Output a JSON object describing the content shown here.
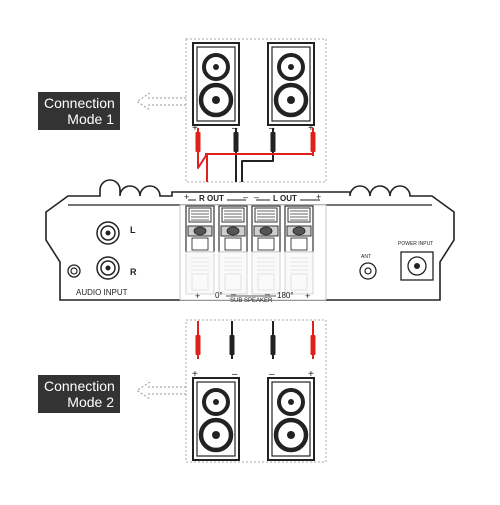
{
  "modes": [
    {
      "line1": "Connection",
      "line2": "Mode 1"
    },
    {
      "line1": "Connection",
      "line2": "Mode 2"
    }
  ],
  "amplifier": {
    "r_out": "R OUT",
    "l_out": "L OUT",
    "input_l": "L",
    "input_r": "R",
    "audio_input": "AUDIO INPUT",
    "ant": "ANT",
    "power_input": "POWER INPUT",
    "sub_speaker": "SUB SPEAKER",
    "zero_deg": "0°",
    "one_eighty_deg": "180°"
  },
  "terminals": {
    "plus": "+",
    "minus": "–"
  },
  "colors": {
    "positive_wire": "#e0201c",
    "negative_wire": "#222222",
    "callout_bg": "#333333"
  }
}
